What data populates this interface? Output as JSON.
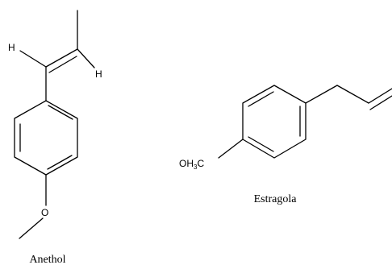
{
  "molecules": [
    {
      "name": "Anethol",
      "atoms": {
        "h_left": "H",
        "h_right": "H",
        "oxygen": "O"
      }
    },
    {
      "name": "Estragola",
      "atoms": {
        "methoxy_main": "OH",
        "methoxy_sub": "3",
        "methoxy_end": "C"
      }
    }
  ]
}
